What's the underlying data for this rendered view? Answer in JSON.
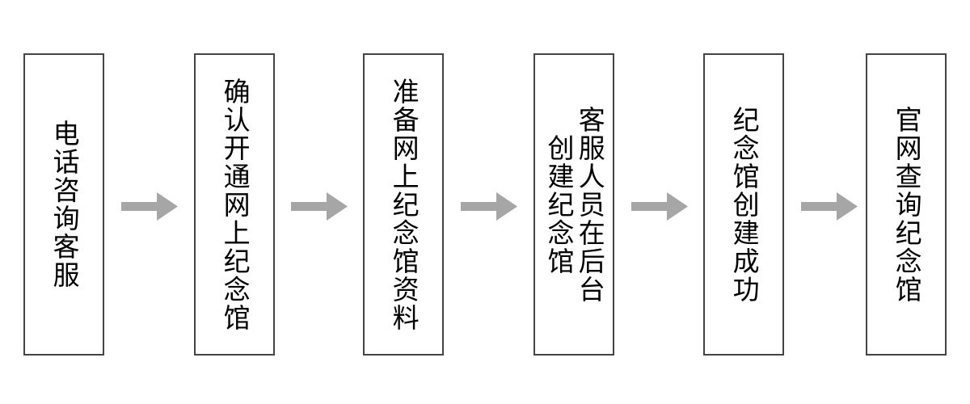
{
  "diagram": {
    "type": "horizontal-process-flow",
    "orientation": "left-to-right",
    "text_direction": "vertical-rl",
    "background_color": "#ffffff",
    "node_border_color": "#444444",
    "node_fill_color": "#ffffff",
    "node_text_color": "#000000",
    "arrow_color": "#a6a6a6",
    "node_count": 6,
    "arrow_count": 5,
    "nodes": [
      {
        "id": "node-1",
        "text": "电话咨询客服",
        "columns": [
          "电话咨询客服"
        ]
      },
      {
        "id": "node-2",
        "text": "确认开通网上纪念馆",
        "columns": [
          "确认开通网上纪念馆"
        ]
      },
      {
        "id": "node-3",
        "text": "准备网上纪念馆资料",
        "columns": [
          "准备网上纪念馆资料"
        ]
      },
      {
        "id": "node-4",
        "text": "客服人员在后台创建纪念馆",
        "columns": [
          "客服人员在后台",
          "创建纪念馆"
        ]
      },
      {
        "id": "node-5",
        "text": "纪念馆创建成功",
        "columns": [
          "纪念馆创建成功"
        ]
      },
      {
        "id": "node-6",
        "text": "官网查询纪念馆",
        "columns": [
          "官网查询纪念馆"
        ]
      }
    ],
    "arrows": [
      {
        "id": "arrow-1",
        "from": "node-1",
        "to": "node-2",
        "glyph": "→"
      },
      {
        "id": "arrow-2",
        "from": "node-2",
        "to": "node-3",
        "glyph": "→"
      },
      {
        "id": "arrow-3",
        "from": "node-3",
        "to": "node-4",
        "glyph": "→"
      },
      {
        "id": "arrow-4",
        "from": "node-4",
        "to": "node-5",
        "glyph": "→"
      },
      {
        "id": "arrow-5",
        "from": "node-5",
        "to": "node-6",
        "glyph": "→"
      }
    ]
  }
}
